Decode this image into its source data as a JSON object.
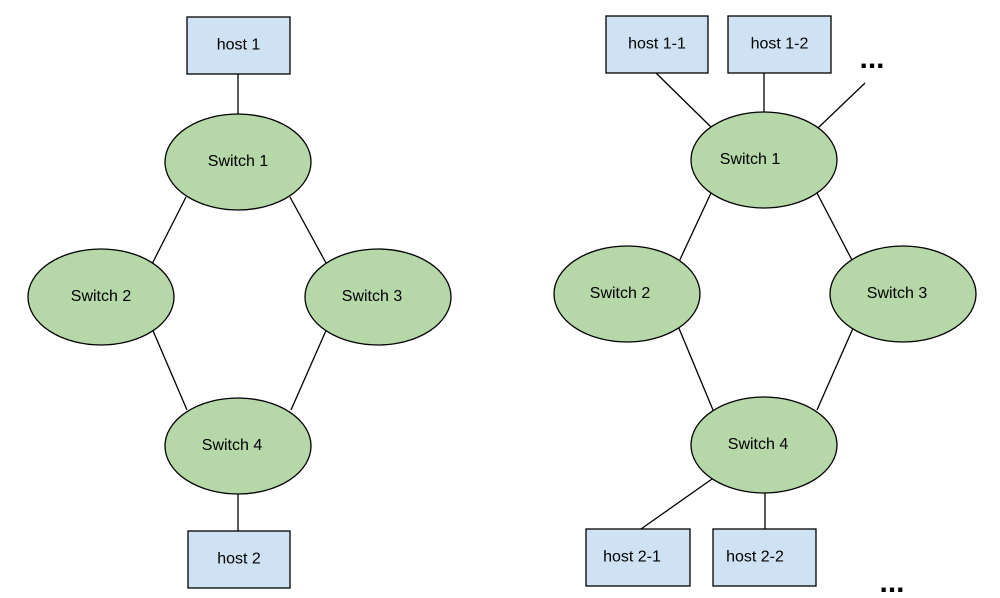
{
  "colors": {
    "switch_fill": "#b6d7a8",
    "host_fill": "#cfe2f3",
    "line": "#000000"
  },
  "left": {
    "host1": "host 1",
    "switch1": "Switch 1",
    "switch2": "Switch 2",
    "switch3": "Switch 3",
    "switch4": "Switch 4",
    "host2": "host 2"
  },
  "right": {
    "host1_1": "host 1-1",
    "host1_2": "host 1-2",
    "ellipsis_top": "...",
    "switch1": "Switch 1",
    "switch2": "Switch 2",
    "switch3": "Switch 3",
    "switch4": "Switch 4",
    "host2_1": "host 2-1",
    "host2_2": "host 2-2",
    "ellipsis_bottom": "..."
  }
}
